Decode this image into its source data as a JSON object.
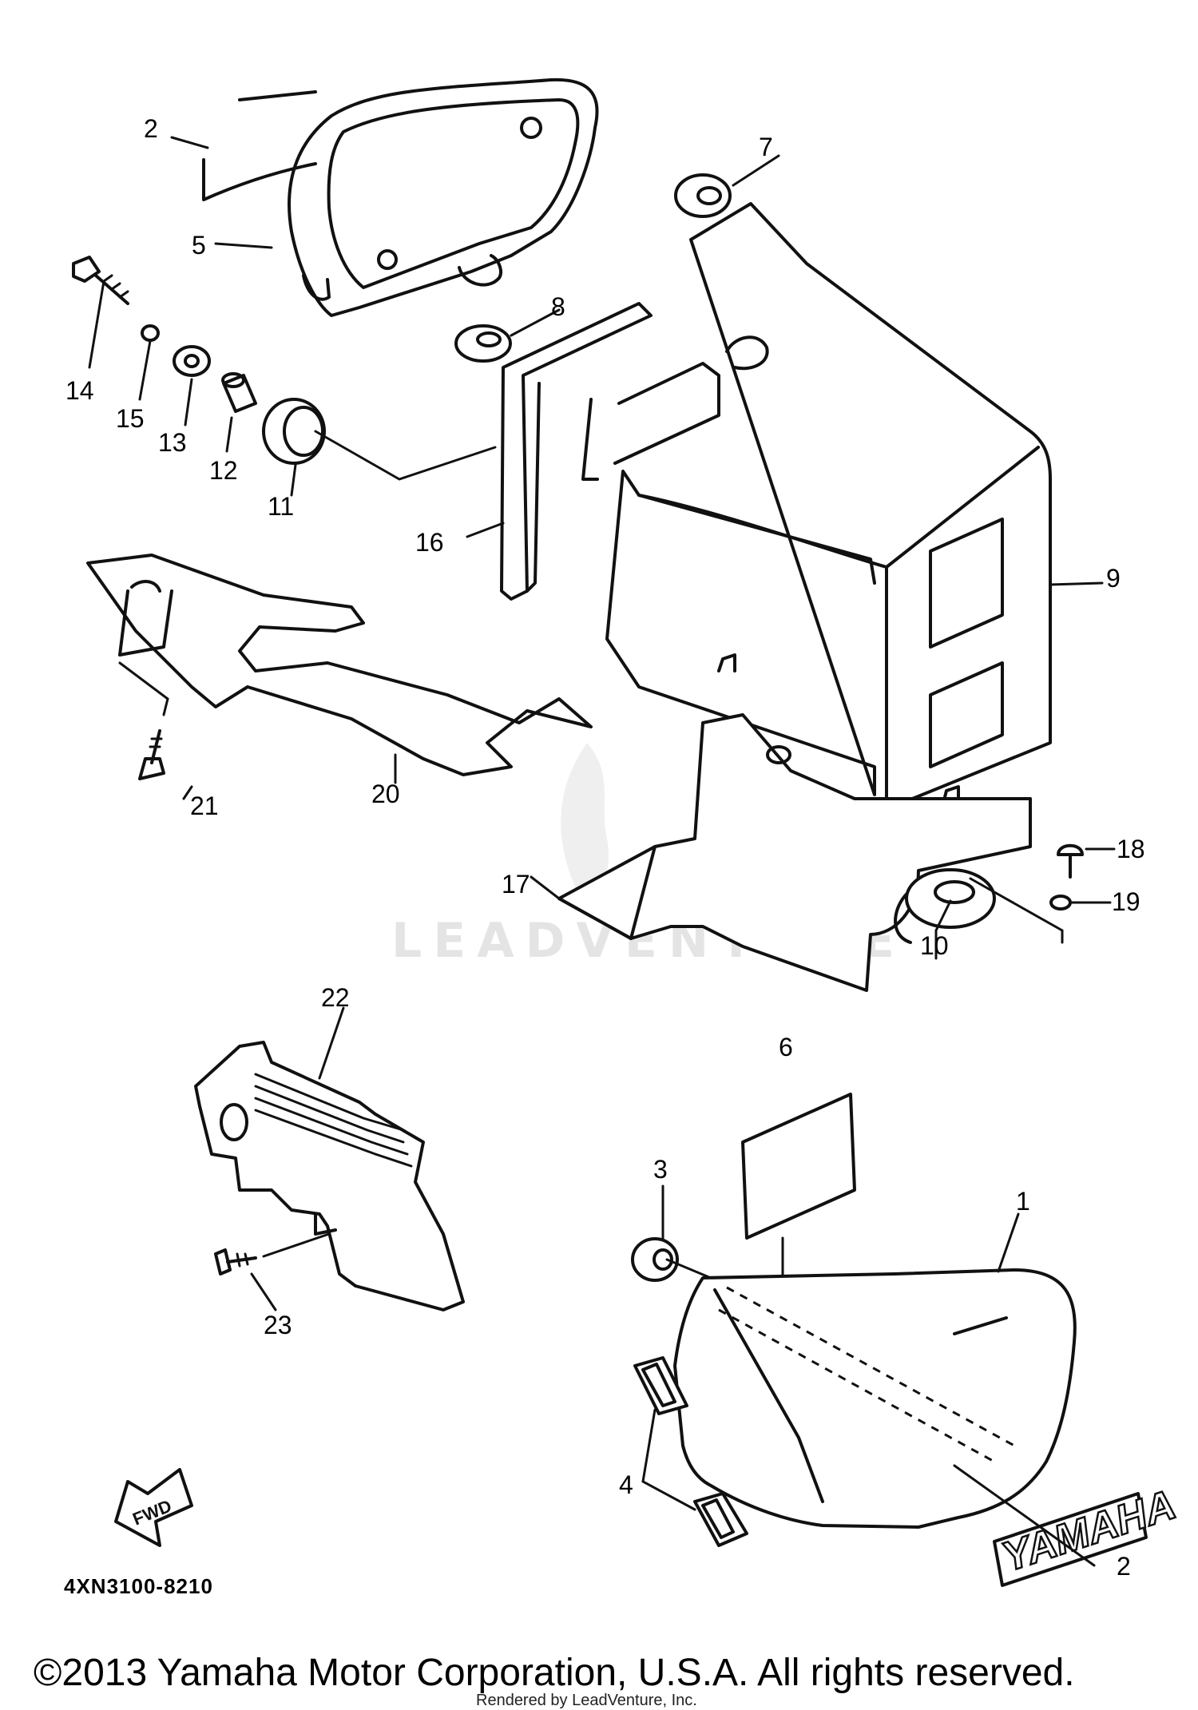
{
  "diagram": {
    "part_labels": [
      "1",
      "2",
      "2",
      "3",
      "4",
      "5",
      "6",
      "7",
      "8",
      "9",
      "10",
      "11",
      "12",
      "13",
      "14",
      "15",
      "16",
      "17",
      "18",
      "19",
      "20",
      "21",
      "22",
      "23"
    ],
    "diagram_code": "4XN3100-8210",
    "watermark": "LEADVENTURE",
    "logo_text": "YAMAHA",
    "direction_marker": "FWD",
    "copyright": "©2013 Yamaha Motor Corporation, U.S.A. All rights reserved.",
    "rendered_by": "Rendered by LeadVenture, Inc."
  }
}
